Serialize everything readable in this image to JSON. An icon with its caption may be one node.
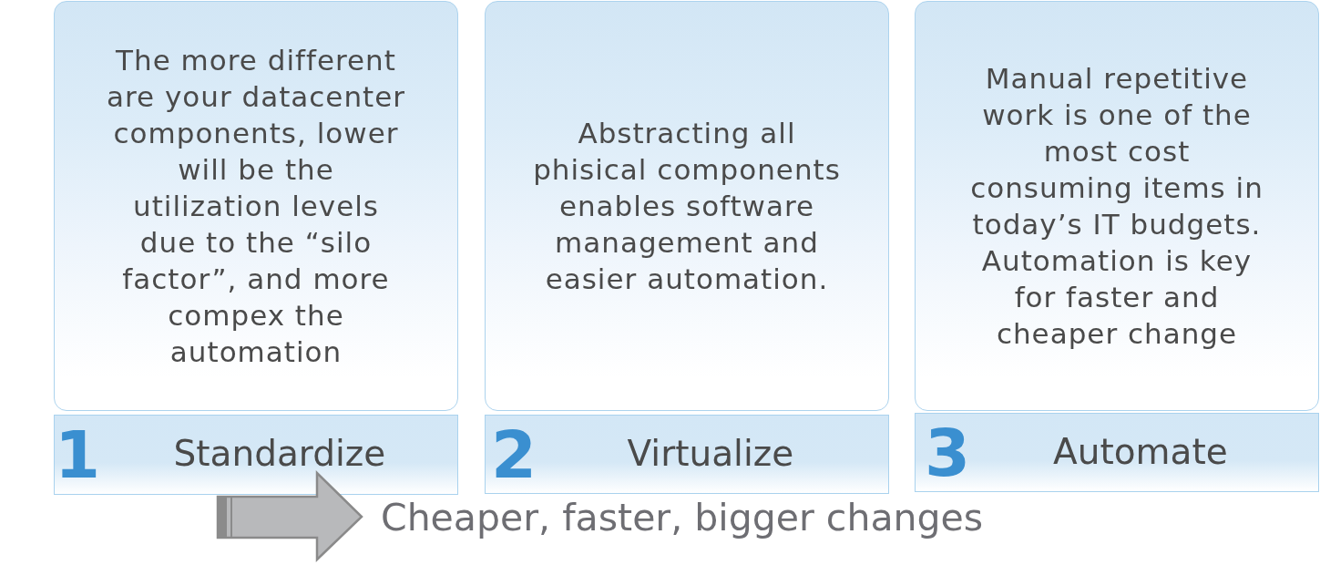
{
  "diagram": {
    "nodes": [
      {
        "text": [
          "The more different are your datacenter components, lower will be the utilization levels due to the “silo factor”, and more compex the automation"
        ]
      },
      {
        "text": [
          "Abstracting all phisical components enables software management and easier automation."
        ]
      },
      {
        "text": [
          "Manual repetitive work is one of the most cost consuming items in today’s IT budgets. Automation is key for faster and cheaper change"
        ]
      },
      {
        "text": [
          "1",
          "Standardize"
        ]
      },
      {
        "text": [
          "2",
          "Virtualize"
        ]
      },
      {
        "text": [
          "3",
          "Automate"
        ]
      }
    ],
    "labels": [
      "Cheaper, faster, bigger changes"
    ]
  }
}
